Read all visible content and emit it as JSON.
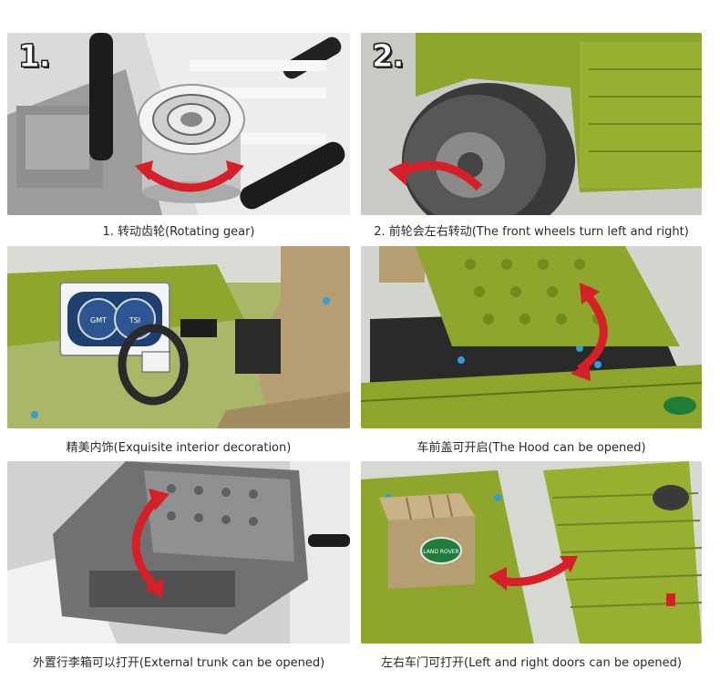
{
  "panels": [
    {
      "badge": "1.",
      "caption": "1. 转动齿轮(Rotating gear)"
    },
    {
      "badge": "2.",
      "caption": "2. 前轮会左右转动(The front wheels turn left and right)"
    },
    {
      "caption": "精美内饰(Exquisite interior decoration)",
      "gauge_labels": [
        "GMT",
        "TSI"
      ]
    },
    {
      "caption": "车前盖可开启(The Hood can be opened)"
    },
    {
      "caption": "外置行李箱可以打开(External trunk can be opened)"
    },
    {
      "caption": "左右车门可打开(Left and right doors can be opened)",
      "crate_badge": "LAND ROVER"
    }
  ],
  "colors": {
    "body_green": "#8ea62b",
    "dark_green": "#5f7417",
    "tan": "#b79d72",
    "arrow_red": "#d61f26",
    "gray": "#7d7d7d"
  }
}
